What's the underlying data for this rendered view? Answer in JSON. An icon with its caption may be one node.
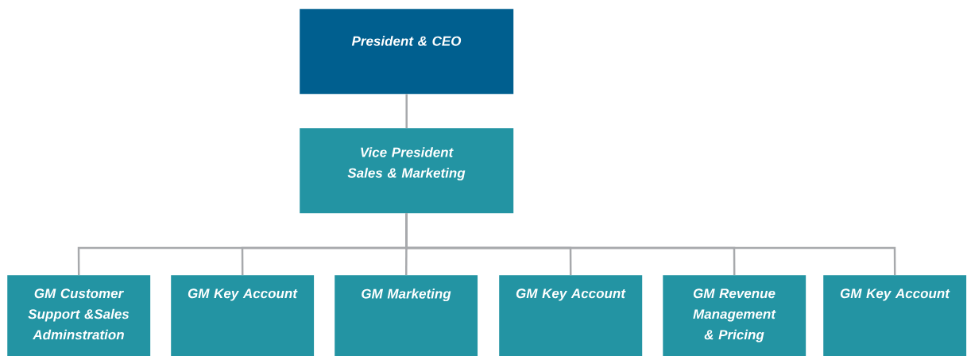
{
  "diagram": {
    "nodes": [
      {
        "text": [
          "President & CEO"
        ]
      },
      {
        "text": [
          "Vice President Sales & Marketing"
        ]
      },
      {
        "text": [
          "GM Customer Support &Sales Adminstration"
        ]
      },
      {
        "text": [
          "GM Key Account"
        ]
      },
      {
        "text": [
          "GM Marketing"
        ]
      },
      {
        "text": [
          "GM Key Account"
        ]
      },
      {
        "text": [
          "GM Revenue Management & Pricing"
        ]
      },
      {
        "text": [
          "GM Key Account"
        ]
      }
    ],
    "edges": [
      {
        "from": 0,
        "to": 1,
        "arrow": "none"
      },
      {
        "from": 1,
        "to": 2,
        "arrow": "none"
      },
      {
        "from": 1,
        "to": 3,
        "arrow": "none"
      },
      {
        "from": 1,
        "to": 4,
        "arrow": "none"
      },
      {
        "from": 1,
        "to": 5,
        "arrow": "none"
      },
      {
        "from": 1,
        "to": 6,
        "arrow": "none"
      },
      {
        "from": 1,
        "to": 7,
        "arrow": "none"
      }
    ]
  }
}
